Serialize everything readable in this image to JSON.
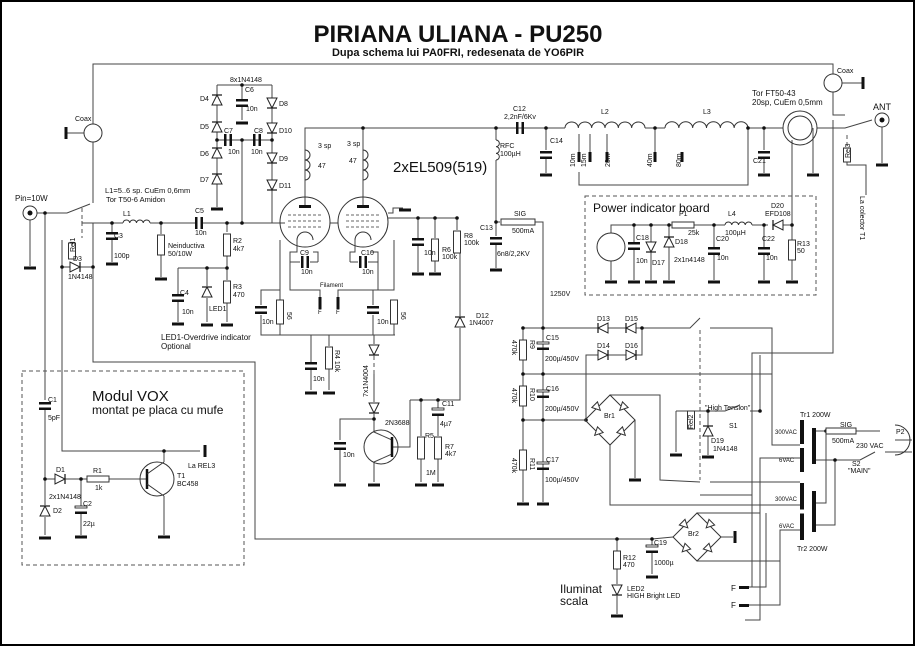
{
  "title": "PIRIANA ULIANA - PU250",
  "subtitle": "Dupa schema lui PA0FRI, redesenata de YO6PIR",
  "labels": {
    "coax_left": "Coax",
    "coax_right": "Coax",
    "pin": "Pin=10W",
    "l1_spec1": "L1=5..6 sp. CuEm 0,6mm",
    "l1_spec2": "Tor T50-6 Amidon",
    "l1": "L1",
    "c3": "C3",
    "c3_val": "100p",
    "rel1": "Rel1",
    "d3": "D3",
    "d3_val": "1N4148",
    "neind": "Neinductiva",
    "neind_val": "50/10W",
    "c5": "C5",
    "c5_val": "10n",
    "r2": "R2",
    "r2_val": "4k7",
    "r3": "R3",
    "r3_val": "470",
    "c4": "C4",
    "c4_val": "10n",
    "led1": "LED1",
    "led1_note1": "LED1-Overdrive indicator",
    "led1_note2": "Optional",
    "diodes8": "8x1N4148",
    "d4": "D4",
    "d5": "D5",
    "d6": "D6",
    "d7": "D7",
    "d8": "D8",
    "d10": "D10",
    "d9": "D9",
    "d11": "D11",
    "c6": "C6",
    "c6_val": "10n",
    "c7": "C7",
    "c7_val": "10n",
    "c8": "C8",
    "c8_val": "10n",
    "sp1": "3 sp",
    "sp1_val": "47",
    "sp2": "3 sp",
    "sp2_val": "47",
    "tubes": "2xEL509(519)",
    "c9": "C9",
    "c9_val": "10n",
    "c10": "C10",
    "c10_val": "10n",
    "filament": "Filament",
    "f1": "F",
    "f2": "F",
    "cl_val": "10n",
    "rl_val": "56",
    "cr_val": "10n",
    "rr_val": "56",
    "r4": "R4 10k",
    "c_r4_val": "10n",
    "d7x": "7x1N4004",
    "q": "2N3688",
    "cq_val": "10n",
    "c11": "C11",
    "c11_val": "4µ7",
    "r5": "R5",
    "r5_val": "1M",
    "r7": "R7",
    "r7_val": "4k7",
    "cs_val": "10n",
    "r6": "R6",
    "r6_val": "100k",
    "r8": "R8",
    "r8_val": "100k",
    "d12": "D12",
    "d12_val": "1N4007",
    "c12": "C12",
    "c12_val": "2,2nF/6Kv",
    "rfc": "RFC",
    "rfc_val": "100µH",
    "c13": "C13",
    "c13_val": "6n8/2,2KV",
    "sig1": "SIG",
    "sig1_val": "500mA",
    "c14": "C14",
    "l2": "L2",
    "l3": "L3",
    "b10": "10m",
    "b15": "15m",
    "b20": "20m",
    "b40": "40m",
    "b80": "80m",
    "c21": "C21",
    "tor1": "Tor FT50-43",
    "tor2": "20sp, CuEm 0,5mm",
    "ant": "ANT",
    "rel3": "Rel3",
    "colector": "La colector T1",
    "pib": "Power indicator board",
    "p1": "P1",
    "p1_val": "25k",
    "c18": "C18",
    "c18_val": "10n",
    "d17": "D17",
    "d18": "D18",
    "d1718_val": "2x1n4148",
    "l4": "L4",
    "l4_val": "100µH",
    "c20": "C20",
    "c20_val": "10n",
    "c22": "C22",
    "c22_val": "10n",
    "d20": "D20",
    "d20_val": "EFD108",
    "r13": "R13",
    "r13_val": "50",
    "hv": "1250V",
    "d13": "D13",
    "d15": "D15",
    "d14": "D14",
    "d16": "D16",
    "r9": "R9",
    "r10": "R10",
    "r11": "R11",
    "r_hv_val": "470k",
    "c15": "C15",
    "c15_val": "200µ/450V",
    "c16": "C16",
    "c16_val": "200µ/450V",
    "c17": "C17",
    "c17_val": "100µ/450V",
    "br1": "Br1",
    "br2": "Br2",
    "rel2": "Rel2",
    "ht": "\"High Tension\"",
    "s1": "S1",
    "d19": "D19",
    "d19_val": "1N4148",
    "tr1": "Tr1 200W",
    "tr2": "Tr2 200W",
    "tr1_s1": "300VAC",
    "tr1_s2": "6VAC",
    "tr2_s1": "300VAC",
    "tr2_s2": "6VAC",
    "sig2": "SIG",
    "sig2_val": "500mA",
    "vac": "230 VAC",
    "p2": "P2",
    "s2": "S2",
    "s2_val": "\"MAIN\"",
    "c19": "C19",
    "c19_val": "1000µ",
    "r12": "R12",
    "r12_val": "470",
    "led2": "LED2",
    "led2_val": "HIGH Bright LED",
    "ilum1": "Iluminat",
    "ilum2": "scala",
    "fa": "F",
    "fb": "F",
    "vox1": "Modul VOX",
    "vox2": "montat pe placa cu mufe",
    "c1": "C1",
    "c1_val": "5pF",
    "d1": "D1",
    "d2": "D2",
    "d12v": "2x1N4148",
    "r1": "R1",
    "r1_val": "1k",
    "c2": "C2",
    "c2_val": "22µ",
    "t1": "T1",
    "t1_val": "BC458",
    "larel3": "La REL3"
  }
}
